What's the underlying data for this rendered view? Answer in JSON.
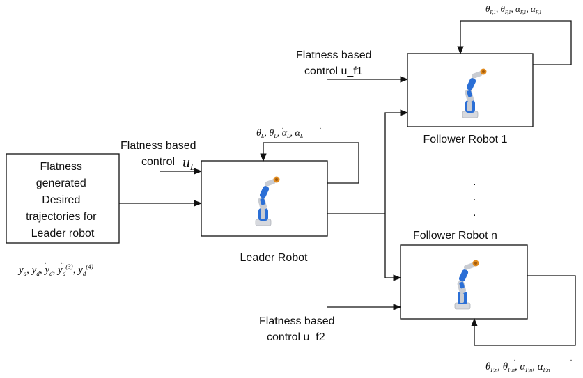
{
  "source_box": {
    "lines": [
      "Flatness",
      "generated",
      "Desired",
      "trajectories for",
      "Leader robot"
    ]
  },
  "source_label": "y_d , y_d' , y_d'' , y_d^(3) , y_d^(4)",
  "leader": {
    "caption": "Leader Robot",
    "control_text_1": "Flatness based",
    "control_text_2": "control",
    "control_symbol": "u",
    "control_subscript": "L",
    "feedback": "θ_L, θ̇_L, α_L, α̇_L"
  },
  "follower1": {
    "caption": "Follower Robot 1",
    "control_text_1": "Flatness based",
    "control_text_2": "control u_f1",
    "feedback": "θ_F,1, θ_F,1, α_F,1, α_F,1"
  },
  "followern": {
    "caption": "Follower Robot n",
    "control_text_1": "Flatness based",
    "control_text_2": "control u_f2",
    "feedback": "θ_F,n, θ̇_F,n, α_F,n, α̇_F,n"
  },
  "ellipsis": ".",
  "colors": {
    "robot_blue": "#2b6fd6",
    "robot_gray": "#c9ccd2",
    "robot_orange": "#e08a1e"
  }
}
